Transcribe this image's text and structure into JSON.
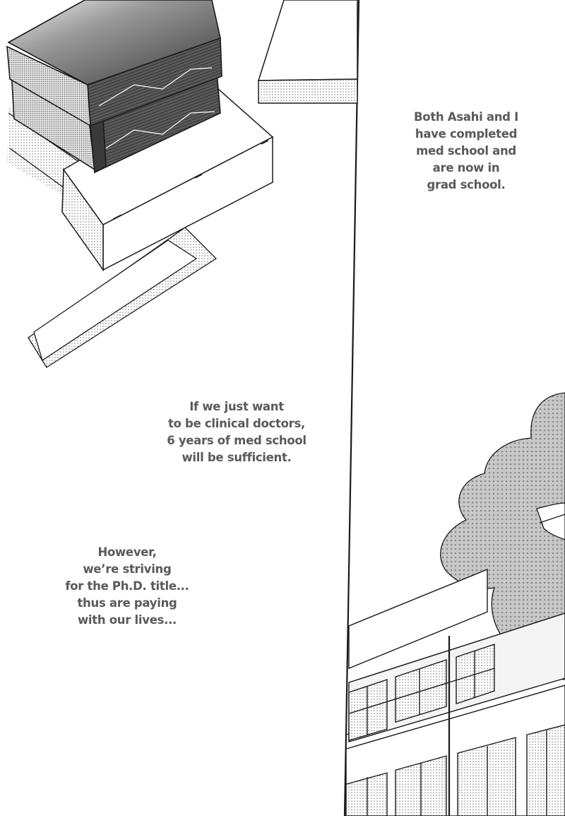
{
  "captions": {
    "top_right": {
      "lines": [
        "Both Asahi and I",
        "have completed",
        "med school and",
        "are now in",
        "grad school."
      ]
    },
    "middle_left": {
      "lines": [
        "If we just want",
        "to be clinical doctors,",
        "6 years of med school",
        "will be sufficient."
      ]
    },
    "bottom_left": {
      "lines": [
        "However,",
        "we’re striving",
        "for the Ph.D. title...",
        "thus are paying",
        "with our lives..."
      ]
    }
  },
  "colors": {
    "ink": "#1a1a1a",
    "tone_light": "#d9d9d9",
    "tone_mid": "#9a9a9a",
    "tone_dark": "#3c3c3c",
    "caption_text": "#5a5a5a",
    "paper": "#ffffff"
  }
}
